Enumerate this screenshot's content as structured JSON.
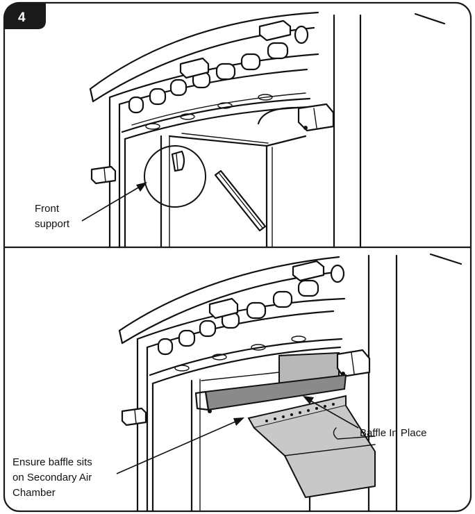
{
  "step": {
    "number": "4"
  },
  "top_panel": {
    "callout": {
      "line1": "Front",
      "line2": "support"
    }
  },
  "bottom_panel": {
    "callout_baffle": "Baffle In Place",
    "callout_ensure": {
      "line1": "Ensure baffle sits",
      "line2": "on Secondary Air",
      "line3": "Chamber"
    }
  },
  "colors": {
    "frame": "#1a1a1a",
    "baffle": "#8a8a8a",
    "chamber": "#b8b8b8",
    "badge": "#1a1a1a"
  },
  "icons": [
    "step-number-badge",
    "front-support-bracket-icon",
    "baffle-plate-icon"
  ]
}
